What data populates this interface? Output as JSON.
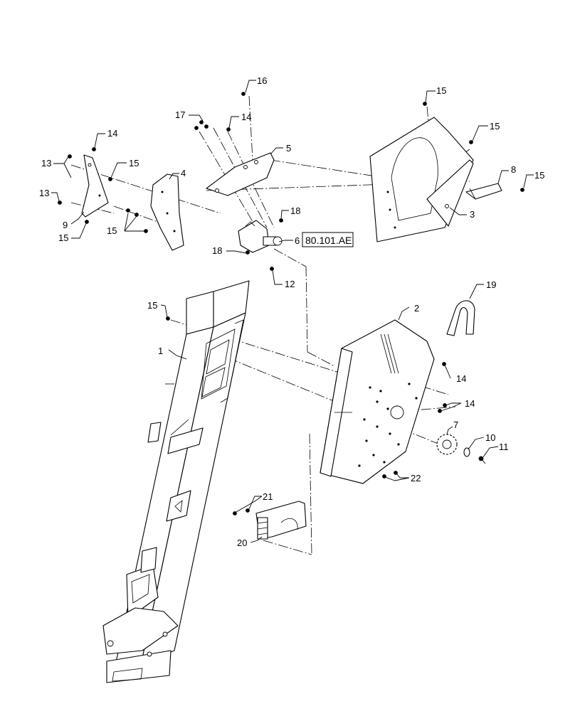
{
  "callouts": [
    {
      "id": "c1",
      "label": "1"
    },
    {
      "id": "c2",
      "label": "2"
    },
    {
      "id": "c3",
      "label": "3"
    },
    {
      "id": "c4",
      "label": "4"
    },
    {
      "id": "c5",
      "label": "5"
    },
    {
      "id": "c6",
      "label": "6"
    },
    {
      "id": "c7",
      "label": "7"
    },
    {
      "id": "c8",
      "label": "8"
    },
    {
      "id": "c9",
      "label": "9"
    },
    {
      "id": "c10",
      "label": "10"
    },
    {
      "id": "c11",
      "label": "11"
    },
    {
      "id": "c12",
      "label": "12"
    },
    {
      "id": "c13a",
      "label": "13"
    },
    {
      "id": "c13b",
      "label": "13"
    },
    {
      "id": "c14a",
      "label": "14"
    },
    {
      "id": "c14b",
      "label": "14"
    },
    {
      "id": "c14c",
      "label": "14"
    },
    {
      "id": "c14d",
      "label": "14"
    },
    {
      "id": "c15a",
      "label": "15"
    },
    {
      "id": "c15b",
      "label": "15"
    },
    {
      "id": "c15c",
      "label": "15"
    },
    {
      "id": "c15d",
      "label": "15"
    },
    {
      "id": "c15e",
      "label": "15"
    },
    {
      "id": "c15f",
      "label": "15"
    },
    {
      "id": "c15g",
      "label": "15"
    },
    {
      "id": "c16",
      "label": "16"
    },
    {
      "id": "c17",
      "label": "17"
    },
    {
      "id": "c18a",
      "label": "18"
    },
    {
      "id": "c18b",
      "label": "18"
    },
    {
      "id": "c19",
      "label": "19"
    },
    {
      "id": "c20",
      "label": "20"
    },
    {
      "id": "c21",
      "label": "21"
    },
    {
      "id": "c22",
      "label": "22"
    }
  ],
  "reference_box": {
    "label": "80.101.AE"
  }
}
